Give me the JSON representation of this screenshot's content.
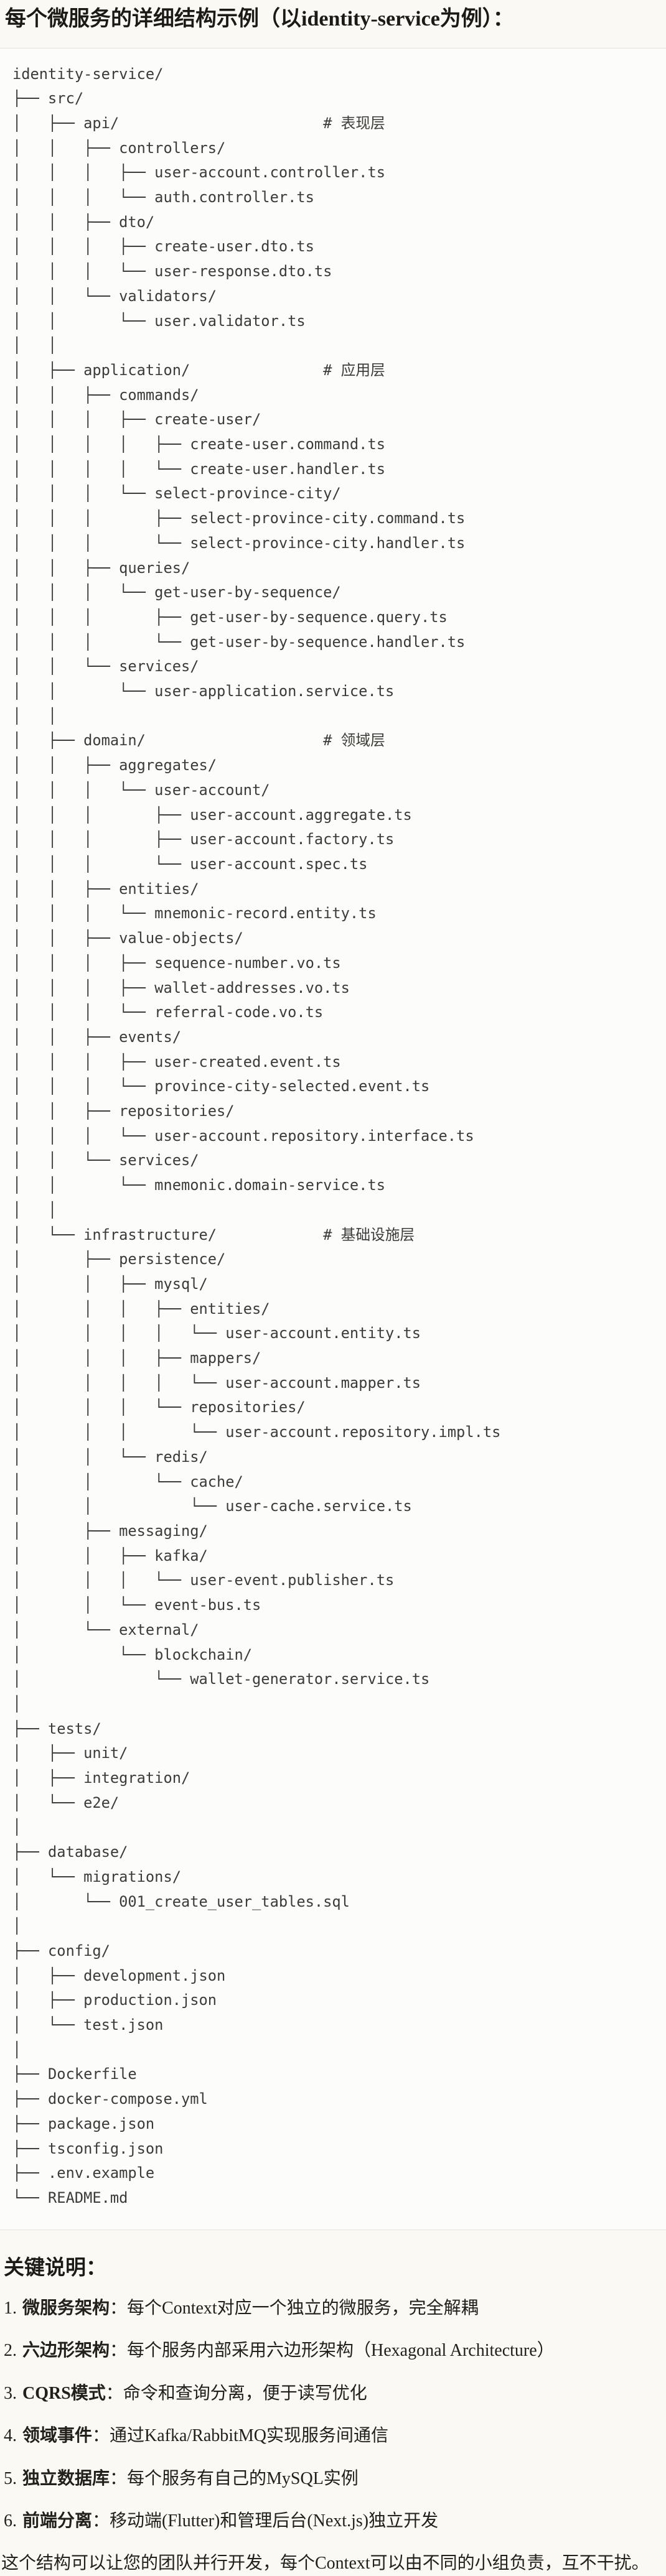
{
  "title": "每个微服务的详细结构示例（以identity-service为例）：",
  "tree": {
    "lines": [
      "identity-service/",
      "├── src/",
      "│   ├── api/                       # 表现层",
      "│   │   ├── controllers/",
      "│   │   │   ├── user-account.controller.ts",
      "│   │   │   └── auth.controller.ts",
      "│   │   ├── dto/",
      "│   │   │   ├── create-user.dto.ts",
      "│   │   │   └── user-response.dto.ts",
      "│   │   └── validators/",
      "│   │       └── user.validator.ts",
      "│   │",
      "│   ├── application/               # 应用层",
      "│   │   ├── commands/",
      "│   │   │   ├── create-user/",
      "│   │   │   │   ├── create-user.command.ts",
      "│   │   │   │   └── create-user.handler.ts",
      "│   │   │   └── select-province-city/",
      "│   │   │       ├── select-province-city.command.ts",
      "│   │   │       └── select-province-city.handler.ts",
      "│   │   ├── queries/",
      "│   │   │   └── get-user-by-sequence/",
      "│   │   │       ├── get-user-by-sequence.query.ts",
      "│   │   │       └── get-user-by-sequence.handler.ts",
      "│   │   └── services/",
      "│   │       └── user-application.service.ts",
      "│   │",
      "│   ├── domain/                    # 领域层",
      "│   │   ├── aggregates/",
      "│   │   │   └── user-account/",
      "│   │   │       ├── user-account.aggregate.ts",
      "│   │   │       ├── user-account.factory.ts",
      "│   │   │       └── user-account.spec.ts",
      "│   │   ├── entities/",
      "│   │   │   └── mnemonic-record.entity.ts",
      "│   │   ├── value-objects/",
      "│   │   │   ├── sequence-number.vo.ts",
      "│   │   │   ├── wallet-addresses.vo.ts",
      "│   │   │   └── referral-code.vo.ts",
      "│   │   ├── events/",
      "│   │   │   ├── user-created.event.ts",
      "│   │   │   └── province-city-selected.event.ts",
      "│   │   ├── repositories/",
      "│   │   │   └── user-account.repository.interface.ts",
      "│   │   └── services/",
      "│   │       └── mnemonic.domain-service.ts",
      "│   │",
      "│   └── infrastructure/            # 基础设施层",
      "│       ├── persistence/",
      "│       │   ├── mysql/",
      "│       │   │   ├── entities/",
      "│       │   │   │   └── user-account.entity.ts",
      "│       │   │   ├── mappers/",
      "│       │   │   │   └── user-account.mapper.ts",
      "│       │   │   └── repositories/",
      "│       │   │       └── user-account.repository.impl.ts",
      "│       │   └── redis/",
      "│       │       └── cache/",
      "│       │           └── user-cache.service.ts",
      "│       ├── messaging/",
      "│       │   ├── kafka/",
      "│       │   │   └── user-event.publisher.ts",
      "│       │   └── event-bus.ts",
      "│       └── external/",
      "│           └── blockchain/",
      "│               └── wallet-generator.service.ts",
      "│",
      "├── tests/",
      "│   ├── unit/",
      "│   ├── integration/",
      "│   └── e2e/",
      "│",
      "├── database/",
      "│   └── migrations/",
      "│       └── 001_create_user_tables.sql",
      "│",
      "├── config/",
      "│   ├── development.json",
      "│   ├── production.json",
      "│   └── test.json",
      "│",
      "├── Dockerfile",
      "├── docker-compose.yml",
      "├── package.json",
      "├── tsconfig.json",
      "├── .env.example",
      "└── README.md"
    ]
  },
  "notes": {
    "title": "关键说明：",
    "items": [
      {
        "num": "1.",
        "term": "微服务架构",
        "desc": "：每个Context对应一个独立的微服务，完全解耦"
      },
      {
        "num": "2.",
        "term": "六边形架构",
        "desc": "：每个服务内部采用六边形架构（Hexagonal Architecture）"
      },
      {
        "num": "3.",
        "term": "CQRS模式",
        "desc": "：命令和查询分离，便于读写优化"
      },
      {
        "num": "4.",
        "term": "领域事件",
        "desc": "：通过Kafka/RabbitMQ实现服务间通信"
      },
      {
        "num": "5.",
        "term": "独立数据库",
        "desc": "：每个服务有自己的MySQL实例"
      },
      {
        "num": "6.",
        "term": "前端分离",
        "desc": "：移动端(Flutter)和管理后台(Next.js)独立开发"
      }
    ]
  },
  "closing": "这个结构可以让您的团队并行开发，每个Context可以由不同的小组负责，互不干扰。"
}
